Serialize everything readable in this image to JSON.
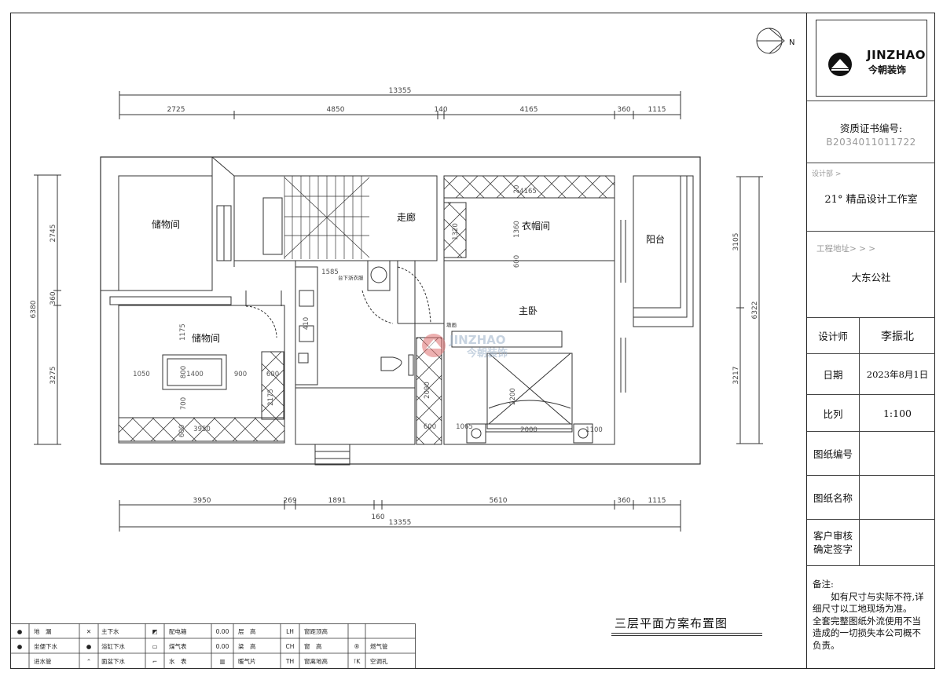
{
  "plan": {
    "title": "三层平面方案布置图",
    "compass_label": "N",
    "dims_top_total": "13355",
    "dims_top": [
      "2725",
      "4850",
      "140",
      "4165",
      "360",
      "1115"
    ],
    "dims_bottom": [
      "3950",
      "269",
      "1891",
      "5610",
      "360",
      "1115"
    ],
    "dims_bottom_mid": "160",
    "dims_bottom_total": "13355",
    "dims_left": [
      "6380",
      "2745",
      "360",
      "3275"
    ],
    "dims_right": [
      "3105",
      "6322",
      "3217"
    ],
    "rooms": {
      "storage_upper": "储物间",
      "corridor": "走廊",
      "wardrobe": "衣帽间",
      "balcony": "阳台",
      "storage_lower": "储物间",
      "master_bedroom": "主卧"
    },
    "inner_dims": {
      "d4165": "4165",
      "d1360": "1360",
      "d1320": "1320",
      "d20": "20",
      "d1585": "1585",
      "d1175": "1175",
      "d1050": "1050",
      "d800": "800",
      "d1400": "1400",
      "d900": "900",
      "d600a": "600",
      "d700": "700",
      "d3950": "3950",
      "d600b": "600",
      "d2175": "2175",
      "d2200": "2200",
      "d2090": "2090",
      "d600c": "600",
      "d1065": "1065",
      "d2000": "2000",
      "d1100": "1100",
      "d410": "410",
      "d600d": "600"
    },
    "labels": {
      "washer": "台下浙衣服",
      "floor_drain": "墩画"
    }
  },
  "watermark": {
    "en": "JINZHAO",
    "cn": "今朝装饰"
  },
  "titleblock": {
    "logo_en": "JINZHAO",
    "logo_cn": "今朝装饰",
    "cert_label": "资质证书编号:",
    "cert_no": "B2034011011722",
    "design_dept_label": "设计部 >",
    "design_dept": "21° 精品设计工作室",
    "address_label": "工程地址> > >",
    "address": "大东公社",
    "designer_label": "设计师",
    "designer": "李振北",
    "date_label": "日期",
    "date": "2023年8月1日",
    "scale_label": "比列",
    "scale": "1:100",
    "drawing_no_label": "图纸编号",
    "drawing_no": "",
    "drawing_name_label": "图纸名称",
    "drawing_name": "",
    "client_label_1": "客户审核",
    "client_label_2": "确定签字",
    "note_title": "备注:",
    "note_1": "如有尺寸与实际不符,详细尺寸以工地现场为准。",
    "note_2": "全套完整图纸外流使用不当造成的一切损失本公司概不负责。"
  },
  "legend": {
    "rows": [
      [
        {
          "sym": "●",
          "text": "地　漏"
        },
        {
          "sym": "✕",
          "text": "主下水"
        },
        {
          "sym": "◩",
          "text": "配电箱"
        },
        {
          "sym": "0.00",
          "text": "层　高"
        },
        {
          "sym": "LH",
          "text": "窗距顶高"
        },
        {
          "sym": "",
          "text": ""
        }
      ],
      [
        {
          "sym": "●",
          "text": "坐便下水"
        },
        {
          "sym": "●",
          "text": "浴缸下水"
        },
        {
          "sym": "▭",
          "text": "煤气表"
        },
        {
          "sym": "0.00",
          "text": "梁　高"
        },
        {
          "sym": "CH",
          "text": "窗　高"
        },
        {
          "sym": "®",
          "text": "燃气管"
        }
      ],
      [
        {
          "sym": "",
          "text": "进水管"
        },
        {
          "sym": "⌃",
          "text": "面盆下水"
        },
        {
          "sym": "⌐",
          "text": "水　表"
        },
        {
          "sym": "▥",
          "text": "暖气片"
        },
        {
          "sym": "TH",
          "text": "窗离地高"
        },
        {
          "sym": "⊺K",
          "text": "空调孔"
        }
      ]
    ]
  }
}
